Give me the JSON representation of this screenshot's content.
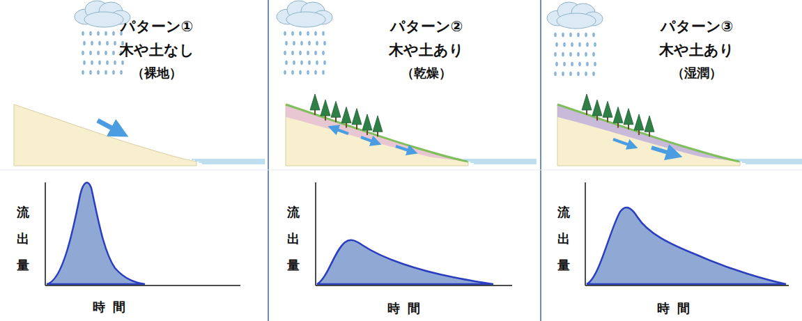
{
  "diagram": {
    "labels": [
      "パターン①",
      "木や土なし",
      "（裸地）",
      "流出量",
      "時間",
      "パターン②",
      "木や土あり",
      "（乾燥）",
      "流出量",
      "時間",
      "パターン③",
      "木や土あり",
      "（湿潤）",
      "流出量",
      "時間"
    ]
  }
}
